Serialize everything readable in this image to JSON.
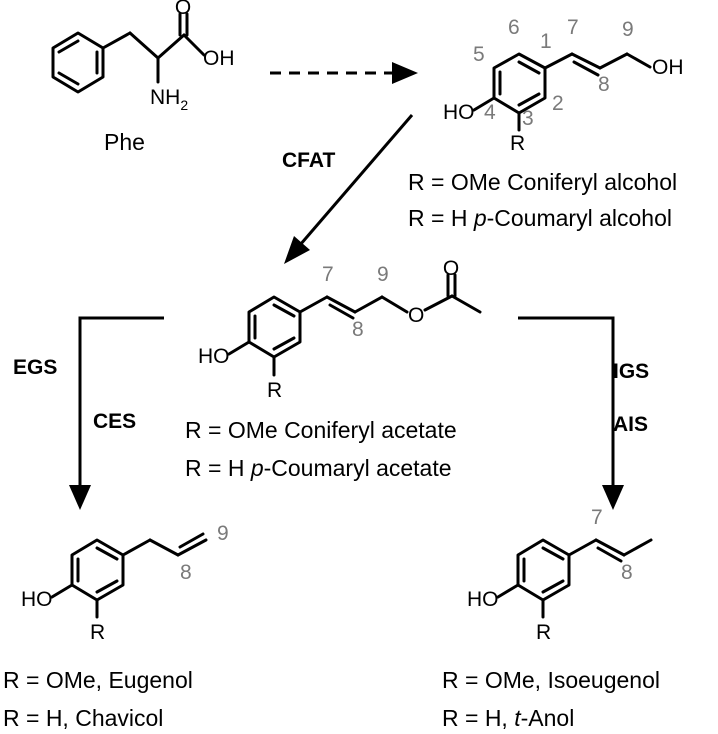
{
  "phe": {
    "acid_oh": "OH",
    "amine": "NH",
    "amine_sub": "2",
    "name": "Phe"
  },
  "alcohol": {
    "oh_left": "HO",
    "oh_right": "OH",
    "r": "R",
    "numbers": [
      "1",
      "2",
      "3",
      "4",
      "5",
      "6",
      "7",
      "8",
      "9"
    ],
    "line1_prefix": "R = OMe ",
    "line1_name": "Coniferyl alcohol",
    "line2_prefix": "R = H ",
    "line2_italic": "p",
    "line2_rest": "-Coumaryl alcohol"
  },
  "acetate": {
    "oh_left": "HO",
    "r": "R",
    "ester_o": "O",
    "carbonyl_o": "O",
    "numbers": [
      "7",
      "8",
      "9"
    ],
    "line1_prefix": "R = OMe  ",
    "line1_name": "Coniferyl acetate",
    "line2_prefix": "R = H ",
    "line2_italic": "p",
    "line2_rest": "-Coumaryl acetate"
  },
  "eugenol": {
    "oh_left": "HO",
    "r": "R",
    "numbers": [
      "8",
      "9"
    ],
    "line1": "R = OMe, Eugenol",
    "line2": "R = H, Chavicol"
  },
  "isoeugenol": {
    "oh_left": "HO",
    "r": "R",
    "numbers": [
      "7",
      "8"
    ],
    "line1": "R = OMe, Isoeugenol",
    "line2_prefix": "R = H, ",
    "line2_italic": "t",
    "line2_rest": "-Anol"
  },
  "enzymes": {
    "cfat": "CFAT",
    "egs": "EGS",
    "ces": "CES",
    "igs": "IGS",
    "ais": "AIS"
  }
}
